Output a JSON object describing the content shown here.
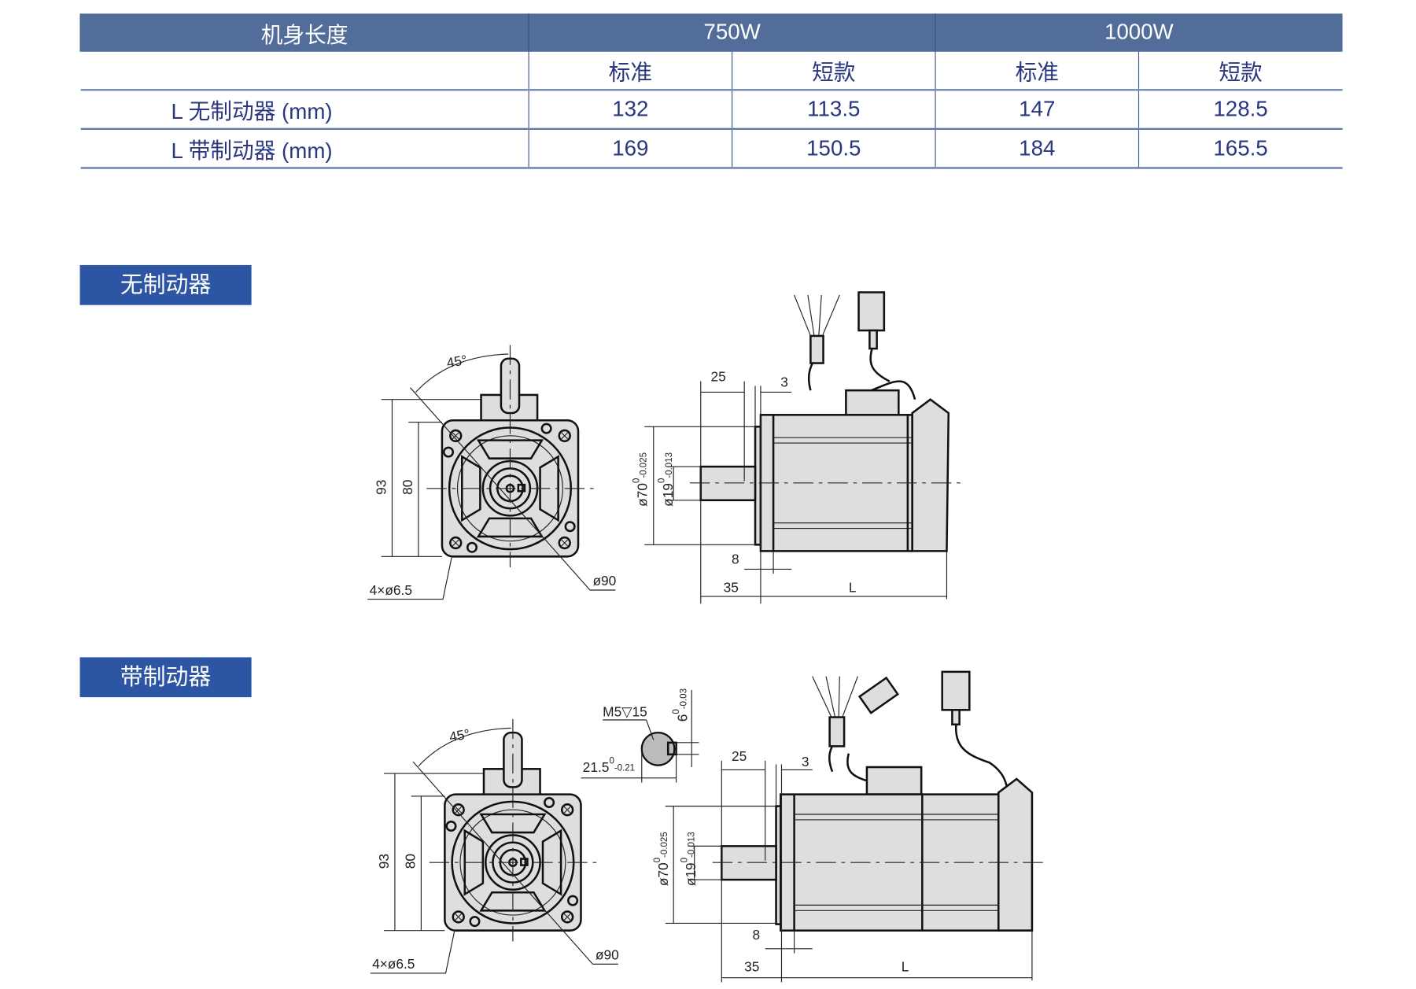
{
  "table": {
    "header": {
      "label": "机身长度",
      "groups": [
        "750W",
        "1000W"
      ]
    },
    "subheader": [
      "标准",
      "短款",
      "标准",
      "短款"
    ],
    "rows": [
      {
        "label": "L   无制动器 (mm)",
        "values": [
          "132",
          "113.5",
          "147",
          "128.5"
        ]
      },
      {
        "label": "L   带制动器 (mm)",
        "values": [
          "169",
          "150.5",
          "184",
          "165.5"
        ]
      }
    ]
  },
  "sections": [
    {
      "title": "无制动器",
      "dims": {
        "angle": "45°",
        "h93": "93",
        "h80": "80",
        "holes": "4×ø6.5",
        "pcd": "ø90",
        "d25": "25",
        "d3": "3",
        "d70": "ø70",
        "d70_up": "0",
        "d70_low": "-0.025",
        "d19": "ø19",
        "d19_up": "0",
        "d19_low": "-0.013",
        "d8": "8",
        "d35": "35",
        "dL": "L"
      }
    },
    {
      "title": "带制动器",
      "dims": {
        "angle": "45°",
        "h93": "93",
        "h80": "80",
        "holes": "4×ø6.5",
        "pcd": "ø90",
        "d25": "25",
        "d3": "3",
        "d70": "ø70",
        "d70_up": "0",
        "d70_low": "-0.025",
        "d19": "ø19",
        "d19_up": "0",
        "d19_low": "-0.013",
        "d8": "8",
        "d35": "35",
        "dL": "L",
        "thread": "M5▽15",
        "key": "6",
        "key_up": "0",
        "key_low": "-0.03",
        "shaft_h": "21.5",
        "shaft_h_up": "0",
        "shaft_h_low": "-0.21"
      }
    }
  ],
  "colors": {
    "header_bg": "#536d9b",
    "section_bg": "#2c55a3",
    "text": "#2a3680"
  }
}
